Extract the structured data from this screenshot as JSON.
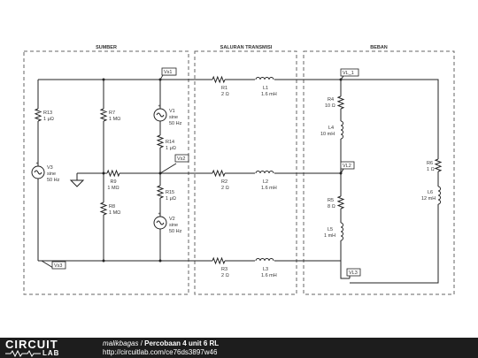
{
  "sections": {
    "sumber": "SUMBER",
    "saluran": "SALURAN TRANSMISI",
    "beban": "BEBAN"
  },
  "components": {
    "r13": {
      "name": "R13",
      "value": "1 μΩ"
    },
    "r7": {
      "name": "R7",
      "value": "1 MΩ"
    },
    "r8": {
      "name": "R8",
      "value": "1 MΩ"
    },
    "r9": {
      "name": "R9",
      "value": "1 MΩ"
    },
    "r14": {
      "name": "R14",
      "value": "1 μΩ"
    },
    "r15": {
      "name": "R15",
      "value": "1 μΩ"
    },
    "v1": {
      "name": "V1",
      "type": "sine",
      "freq": "50 Hz"
    },
    "v2": {
      "name": "V2",
      "type": "sine",
      "freq": "50 Hz"
    },
    "v3": {
      "name": "V3",
      "type": "sine",
      "freq": "50 Hz"
    },
    "r1": {
      "name": "R1",
      "value": "2 Ω"
    },
    "r2": {
      "name": "R2",
      "value": "2 Ω"
    },
    "r3": {
      "name": "R3",
      "value": "2 Ω"
    },
    "l1": {
      "name": "L1",
      "value": "1.6 mH"
    },
    "l2": {
      "name": "L2",
      "value": "1.6 mH"
    },
    "l3": {
      "name": "L3",
      "value": "1.6 mH"
    },
    "r4": {
      "name": "R4",
      "value": "10 Ω"
    },
    "l4": {
      "name": "L4",
      "value": "10 mH"
    },
    "r5": {
      "name": "R5",
      "value": "8 Ω"
    },
    "l5": {
      "name": "L5",
      "value": "1 mH"
    },
    "r6": {
      "name": "R6",
      "value": "1 Ω"
    },
    "l6": {
      "name": "L6",
      "value": "12 mH"
    }
  },
  "tags": {
    "vs1": "Vs1",
    "vs2": "Vs2",
    "vs3": "Vs3",
    "vl1": "VL_1",
    "vl2": "VL2",
    "vl3": "VL3"
  },
  "footer": {
    "logo_top": "CIRCUIT",
    "logo_bottom": "LAB",
    "author": "malikbagas",
    "separator": " / ",
    "title": "Percobaan 4 unit 6 RL",
    "url": "http://circuitlab.com/ce76ds3897w46"
  }
}
